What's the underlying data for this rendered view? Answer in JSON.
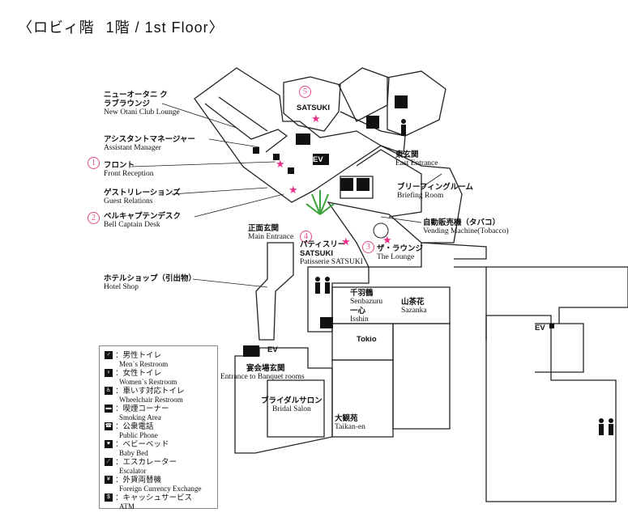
{
  "title": {
    "lobby": "〈ロビィ階",
    "floor": "1階 / 1st Floor〉"
  },
  "labels": {
    "club_lounge": {
      "jp": "ニューオータニ クラブラウンジ",
      "en": "New Otani Club Lounge"
    },
    "assistant_manager": {
      "jp": "アシスタントマネージャー",
      "en": "Assistant Manager"
    },
    "front": {
      "jp": "フロント",
      "en": "Front Reception"
    },
    "guest_relations": {
      "jp": "ゲストリレーションズ",
      "en": "Guest Relations"
    },
    "bell_captain": {
      "jp": "ベルキャプテンデスク",
      "en": "Bell Captain Desk"
    },
    "main_entrance": {
      "jp": "正面玄関",
      "en": "Main Entrance"
    },
    "patisserie": {
      "jp": "パティスリー SATSUKI",
      "en": "Patisserie SATSUKI"
    },
    "the_lounge": {
      "jp": "ザ・ラウンジ",
      "en": "The Lounge"
    },
    "satsuki": {
      "jp": "SATSUKI"
    },
    "east_entrance": {
      "jp": "東玄関",
      "en": "East Entrance"
    },
    "briefing_room": {
      "jp": "ブリーフィングルーム",
      "en": "Briefing Room"
    },
    "vending": {
      "jp": "自動販売機（タバコ）",
      "en": "Vending Machine(Tobacco)"
    },
    "hotel_shop": {
      "jp": "ホテルショップ（引出物）",
      "en": "Hotel Shop"
    },
    "senbazuru": {
      "jp": "千羽鶴",
      "en": "Senbazuru"
    },
    "isshin": {
      "jp": "一心",
      "en": "Isshin"
    },
    "sazanka": {
      "jp": "山茶花",
      "en": "Sazanka"
    },
    "tokio": {
      "jp": "Tokio"
    },
    "banquet_entrance": {
      "jp": "宴会場玄関",
      "en": "Entrance to Banquet rooms"
    },
    "bridal_salon": {
      "jp": "ブライダルサロン",
      "en": "Bridal Salon"
    },
    "taikanen": {
      "jp": "大観苑",
      "en": "Taikan-en"
    },
    "ev": "EV"
  },
  "numbers": [
    "1",
    "2",
    "3",
    "4",
    "5"
  ],
  "legend": [
    {
      "icon": "male-restroom-icon",
      "jp": "：男性トイレ",
      "en": "Men`s Restroom"
    },
    {
      "icon": "female-restroom-icon",
      "jp": "：女性トイレ",
      "en": "Women`s Restroom"
    },
    {
      "icon": "wheelchair-icon",
      "jp": "：車いす対応トイレ",
      "en": "Wheelchair Restroom"
    },
    {
      "icon": "smoking-icon",
      "jp": "：喫煙コーナー",
      "en": "Smoking Area"
    },
    {
      "icon": "phone-icon",
      "jp": "：公衆電話",
      "en": "Public Phone"
    },
    {
      "icon": "baby-bed-icon",
      "jp": "：ベビーベッド",
      "en": "Baby Bed"
    },
    {
      "icon": "escalator-icon",
      "jp": "：エスカレーター",
      "en": "Escalator"
    },
    {
      "icon": "currency-exchange-icon",
      "jp": "：外貨両替機",
      "en": "Foreign Currency Exchange"
    },
    {
      "icon": "atm-icon",
      "jp": "：キャッシュサービス",
      "en": "ATM"
    }
  ],
  "colors": {
    "accent": "#ec2e8a",
    "line": "#222222"
  }
}
